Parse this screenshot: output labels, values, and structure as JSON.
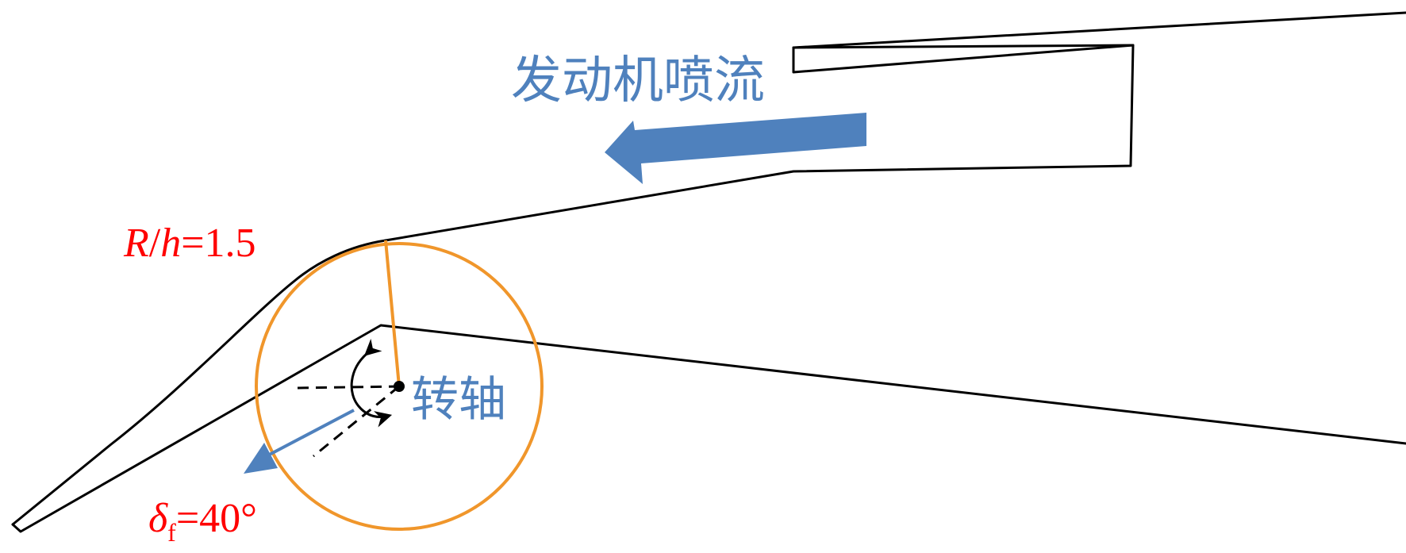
{
  "labels": {
    "jet_label": "发动机喷流",
    "axis_label": "转轴",
    "radius_ratio": {
      "var_r": "R",
      "slash": "/",
      "var_h": "h",
      "value": "=1.5"
    },
    "deflection": {
      "symbol": "δ",
      "subscript": "f",
      "value": "=40°"
    }
  },
  "colors": {
    "outline": "#000000",
    "circle": "#f0962b",
    "arrow": "#4f81bd",
    "annotation": "#ff0000",
    "label": "#4f81bd"
  }
}
